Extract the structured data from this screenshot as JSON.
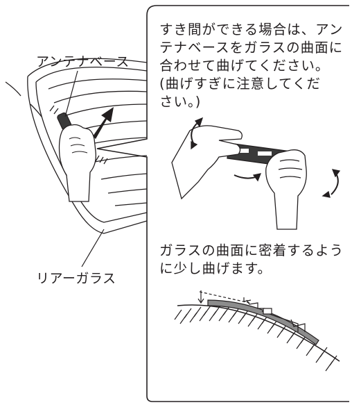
{
  "labels": {
    "antenna_base": "アンテナベース",
    "rear_glass": "リアーガラス"
  },
  "instruction_1": {
    "lines": [
      "すき間ができる場合は、アン",
      "テナベースをガラスの曲面に",
      "合わせて曲げてください。",
      "(曲げすぎに注意してくだ",
      "さい。)"
    ]
  },
  "instruction_2": {
    "lines": [
      "ガラスの曲面に密着するよう",
      "に少し曲げます。"
    ]
  },
  "colors": {
    "line": "#231f20",
    "fill_dark": "#3a3a3a",
    "fill_mid": "#8c8c8c",
    "background": "#ffffff"
  }
}
